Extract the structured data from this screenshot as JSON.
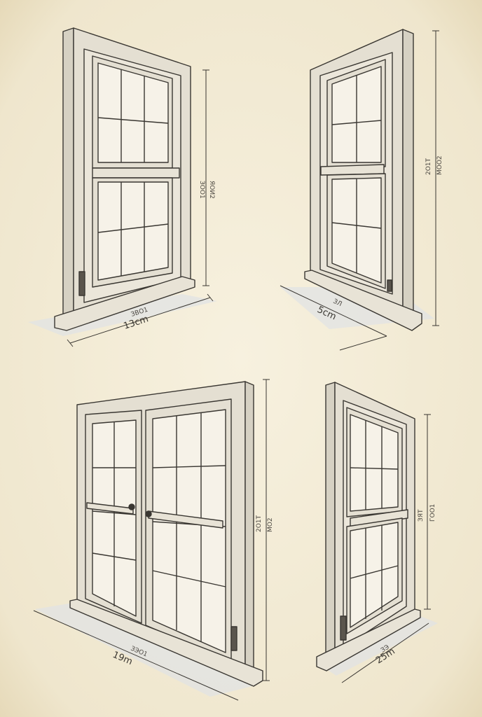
{
  "sheet": {
    "paper_color": "#f3ecd8",
    "ink_color": "#3a3732",
    "frame_color": "#e4dfd2",
    "glass_color": "#f6f2e8"
  },
  "drawings": [
    {
      "id": "top-left",
      "width_label": "13cm",
      "width_label_small": "ЗВО1",
      "height_label": "ЗОО1",
      "height_label_b": "ЯОИ2"
    },
    {
      "id": "top-right",
      "width_label": "5cm",
      "width_label_small": "ЗЛ",
      "height_label": "2О1Т",
      "height_label_b": "МОО2"
    },
    {
      "id": "bottom-left",
      "width_label": "19m",
      "width_label_small": "ЗЭО1",
      "height_label": "2О1Т",
      "height_label_b": "МО2"
    },
    {
      "id": "bottom-right",
      "width_label": "25m",
      "width_label_small": "ЗЭ",
      "height_label": "ЗЯТ",
      "height_label_b": "ГОО1"
    }
  ]
}
